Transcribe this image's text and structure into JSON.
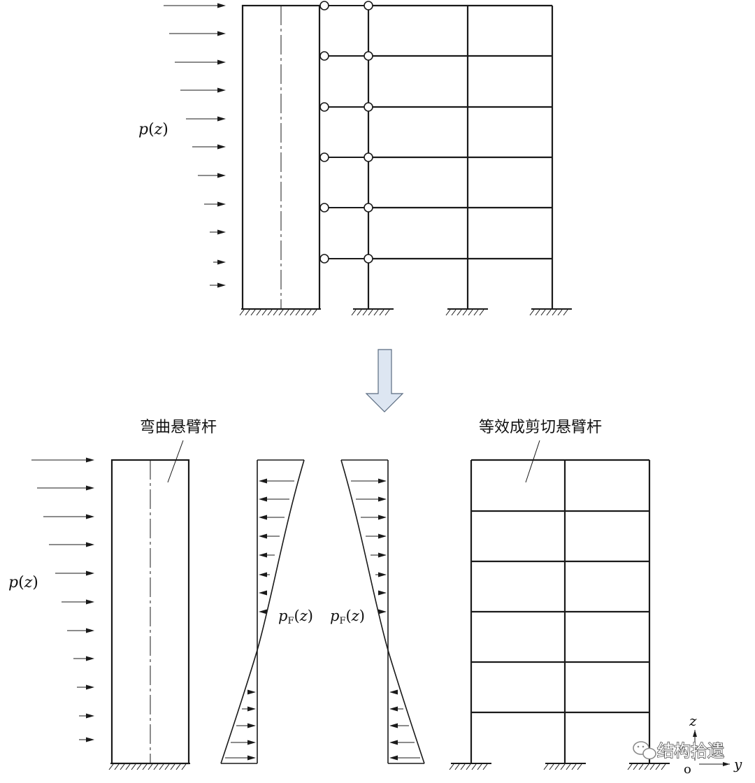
{
  "top_load_label": {
    "p": "p",
    "open": "(",
    "z": "z",
    "close": ")"
  },
  "bottom_load_label": {
    "p": "p",
    "open": "(",
    "z": "z",
    "close": ")"
  },
  "bending_cantilever_label": "弯曲悬臂杆",
  "shear_cantilever_label": "等效成剪切悬臂杆",
  "pf_left": {
    "p": "p",
    "sub": "F",
    "open": "(",
    "z": "z",
    "close": ")"
  },
  "pf_right": {
    "p": "p",
    "sub": "F",
    "open": "(",
    "z": "z",
    "close": ")"
  },
  "axis": {
    "z": "z",
    "y": "y",
    "origin": "o"
  },
  "watermark": "结构拾遗",
  "colors": {
    "line": "#1a1a1a",
    "arrow_fill": "#dde6f2",
    "arrow_stroke": "#5a6b80"
  }
}
